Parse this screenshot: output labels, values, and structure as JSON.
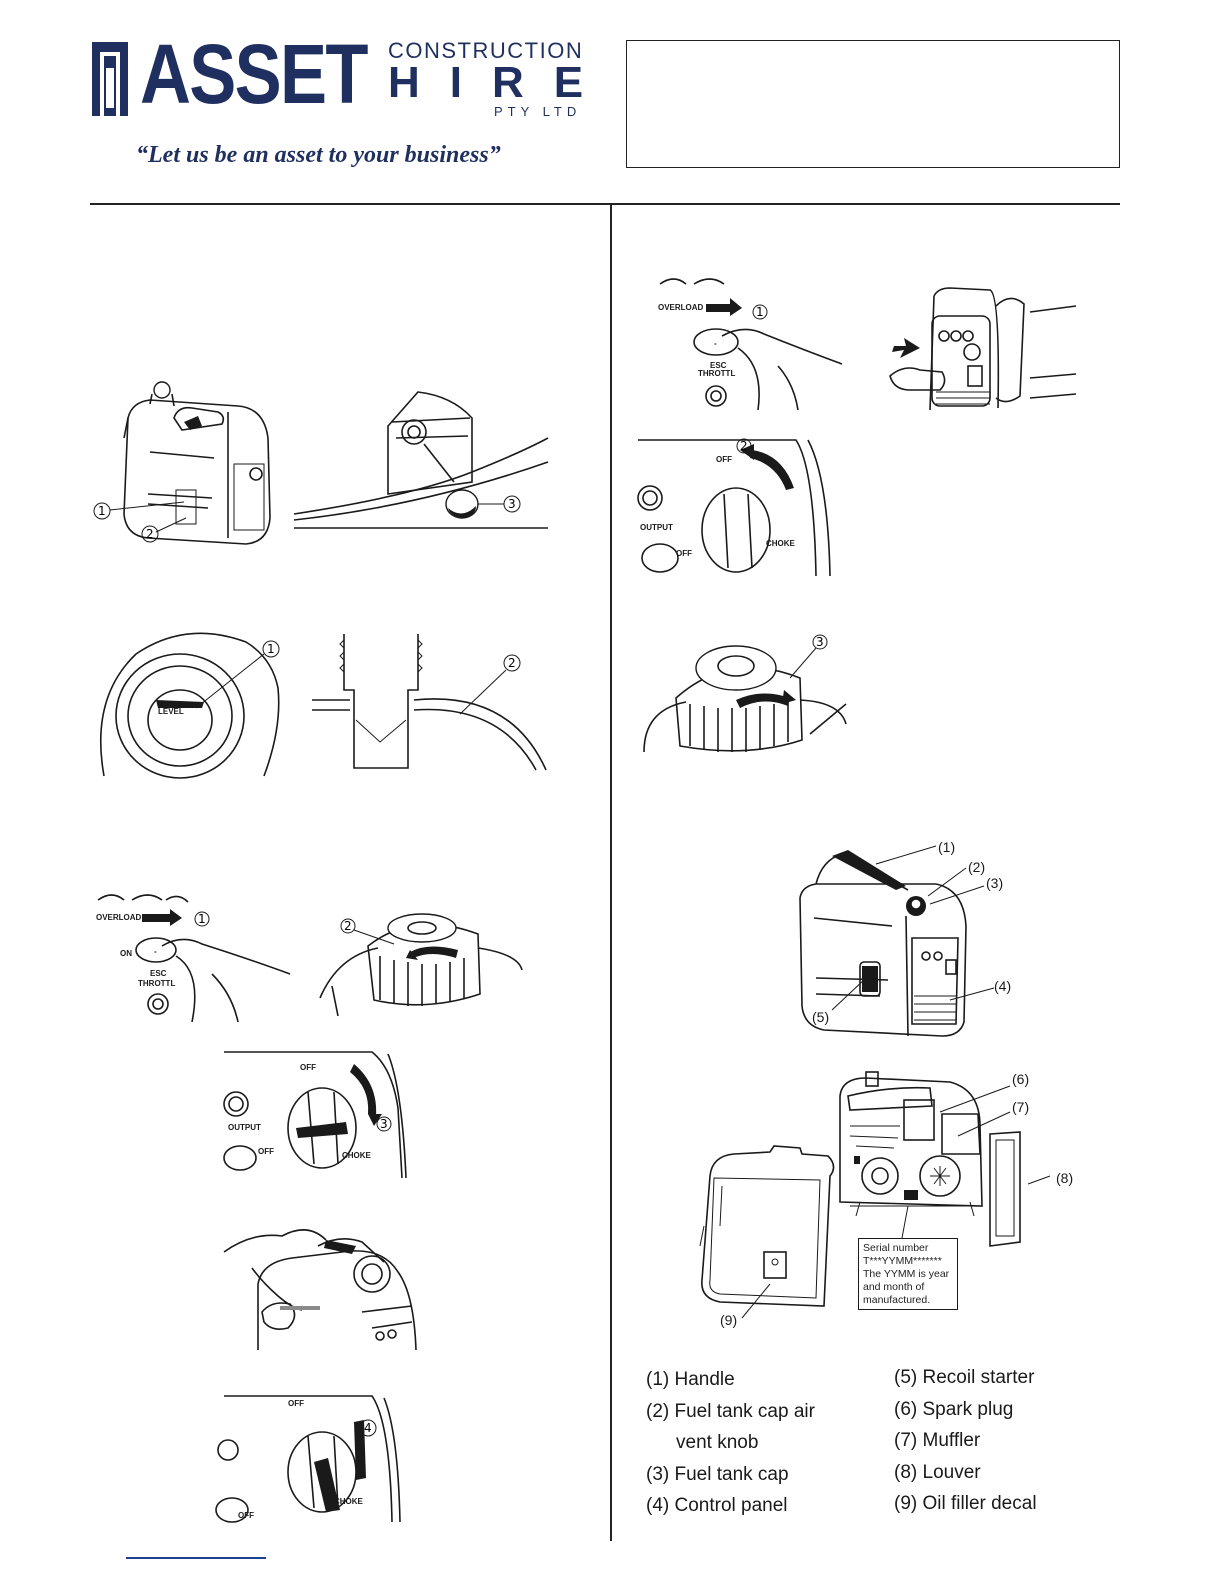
{
  "header": {
    "brand_main": "ASSET",
    "brand_construction": "CONSTRUCTION",
    "brand_hire": "HIRE",
    "brand_pty": "PTY LTD",
    "tagline": "“Let us be an asset to your business”"
  },
  "figures": {
    "callout_1": "1",
    "callout_2": "2",
    "callout_3": "3",
    "callout_4": "4",
    "overload": "OVERLOAD",
    "on": "ON",
    "esc": "ESC",
    "throttle": "THROTTL",
    "level": "LEVEL",
    "off": "OFF",
    "output": "OUTPUT",
    "choke": "CHOKE",
    "parts_callouts": [
      "(1)",
      "(2)",
      "(3)",
      "(4)",
      "(5)",
      "(6)",
      "(7)",
      "(8)",
      "(9)"
    ]
  },
  "serial_note": {
    "line1": "Serial number",
    "line2": "T***YYMM*******",
    "line3": "The YYMM is year",
    "line4": "and month of",
    "line5": "manufactured."
  },
  "legend": {
    "left": [
      "(1) Handle",
      "(2) Fuel tank cap air",
      "vent knob",
      "(3) Fuel tank cap",
      "(4) Control panel"
    ],
    "right": [
      "(5) Recoil starter",
      "(6) Spark plug",
      "(7) Muffler",
      "(8) Louver",
      "(9) Oil filler decal"
    ]
  }
}
